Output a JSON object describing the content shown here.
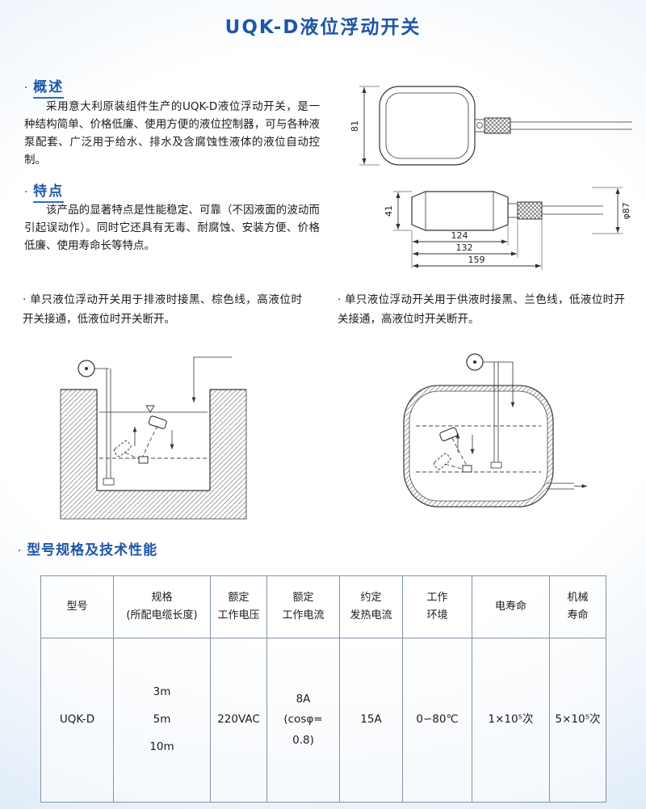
{
  "page": {
    "title": "UQK-D液位浮动开关",
    "bullet": "·"
  },
  "overview": {
    "heading": "概述",
    "body": "采用意大利原装组件生产的UQK-D液位浮动开关，是一种结构简单、价格低廉、使用方便的液位控制器，可与各种液泵配套、广泛用于给水、排水及含腐蚀性液体的液位自动控制。"
  },
  "features": {
    "heading": "特点",
    "body": "该产品的显著特点是性能稳定、可靠（不因液面的波动而引起误动作）。同时它还具有无毒、耐腐蚀、安装方便、价格低廉、使用寿命长等特点。"
  },
  "drawing": {
    "dim_height_top": "81",
    "dim_height_side": "41",
    "dim_length_124": "124",
    "dim_length_132": "132",
    "dim_length_159": "159",
    "dim_diameter": "φ87"
  },
  "notes": {
    "left": "· 单只液位浮动开关用于排液时接黑、棕色线，高液位时开关接通，低液位时开关断开。",
    "right": "· 单只液位浮动开关用于供液时接黑、兰色线，低液位时开关接通，高液位时开关断开。"
  },
  "spec_section": {
    "heading": "型号规格及技术性能"
  },
  "table": {
    "headers": [
      "型号",
      "规格\n(所配电缆长度)",
      "额定\n工作电压",
      "额定\n工作电流",
      "约定\n发热电流",
      "工作\n环境",
      "电寿命",
      "机械\n寿命"
    ],
    "row": {
      "model": "UQK-D",
      "spec": "3m\n5m\n10m",
      "voltage": "220VAC",
      "current": "8A\n(cosφ=\n0.8)",
      "heat_current": "15A",
      "environment": "0∽80℃",
      "electrical_life": "1×10⁵次",
      "mechanical_life": "5×10⁵次"
    }
  },
  "colors": {
    "accent_blue": "#1d57a7",
    "text_dark": "#1b1b1b",
    "table_border": "#8293a8",
    "background_edge": "#d7e6f4"
  }
}
